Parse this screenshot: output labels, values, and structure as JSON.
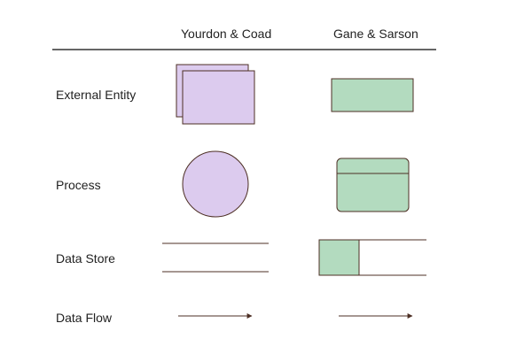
{
  "columns": [
    "Yourdon & Coad",
    "Gane & Sarson"
  ],
  "rows": [
    {
      "label": "External Entity"
    },
    {
      "label": "Process"
    },
    {
      "label": "Data Store"
    },
    {
      "label": "Data Flow"
    }
  ],
  "colors": {
    "yourdon_fill": "#dccbee",
    "gane_fill": "#b3dbbf",
    "stroke": "#4d2f24",
    "rule": "#333333"
  }
}
